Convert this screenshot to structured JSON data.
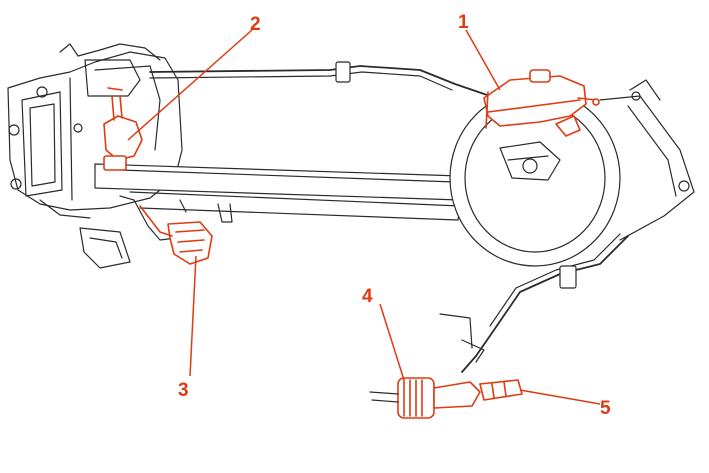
{
  "callouts": [
    {
      "id": "1",
      "label": "1"
    },
    {
      "id": "2",
      "label": "2"
    },
    {
      "id": "3",
      "label": "3"
    },
    {
      "id": "4",
      "label": "4"
    },
    {
      "id": "5",
      "label": "5"
    }
  ],
  "colors": {
    "highlight": "#e03a12",
    "linework": "#2b2b2b",
    "background": "#ffffff"
  }
}
